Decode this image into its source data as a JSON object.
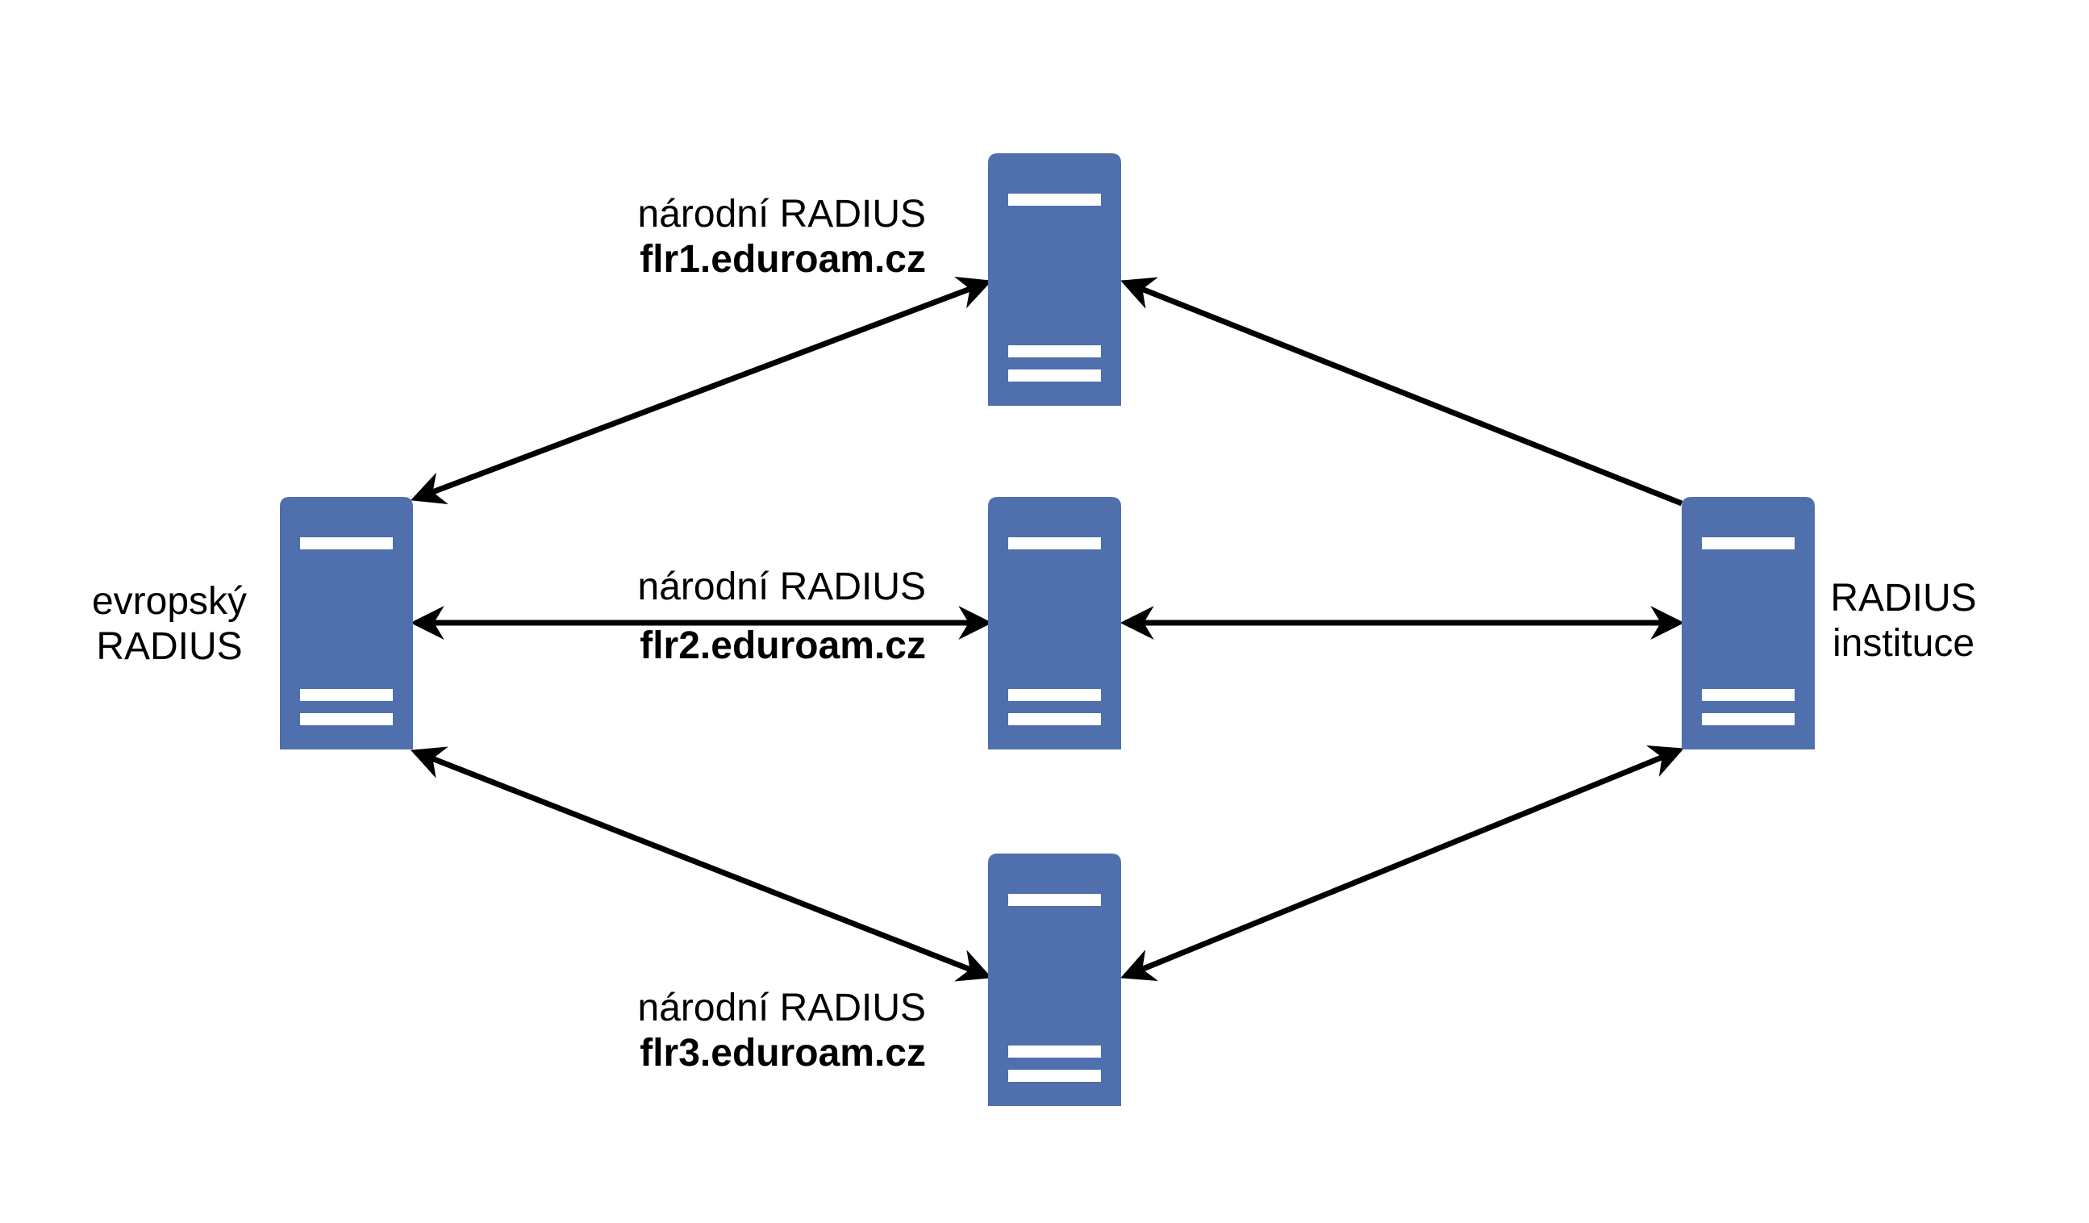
{
  "diagram": {
    "colors": {
      "server": "#4f6fad",
      "stripe": "#ffffff",
      "arrow": "#000000"
    },
    "servers": [
      {
        "id": "european",
        "icon": "server-icon",
        "label_lines": [
          "evropský",
          "RADIUS"
        ]
      },
      {
        "id": "flr1",
        "icon": "server-icon",
        "label": "národní RADIUS",
        "host": "flr1.eduroam.cz"
      },
      {
        "id": "flr2",
        "icon": "server-icon",
        "label": "národní RADIUS",
        "host": "flr2.eduroam.cz"
      },
      {
        "id": "flr3",
        "icon": "server-icon",
        "label": "národní RADIUS",
        "host": "flr3.eduroam.cz"
      },
      {
        "id": "institution",
        "icon": "server-icon",
        "label_lines": [
          "RADIUS",
          "instituce"
        ]
      }
    ],
    "connections": [
      {
        "from": "european",
        "to": "flr1",
        "direction": "both"
      },
      {
        "from": "european",
        "to": "flr2",
        "direction": "both"
      },
      {
        "from": "european",
        "to": "flr3",
        "direction": "both"
      },
      {
        "from": "institution",
        "to": "flr1",
        "direction": "to"
      },
      {
        "from": "institution",
        "to": "flr2",
        "direction": "both"
      },
      {
        "from": "institution",
        "to": "flr3",
        "direction": "both"
      }
    ]
  }
}
